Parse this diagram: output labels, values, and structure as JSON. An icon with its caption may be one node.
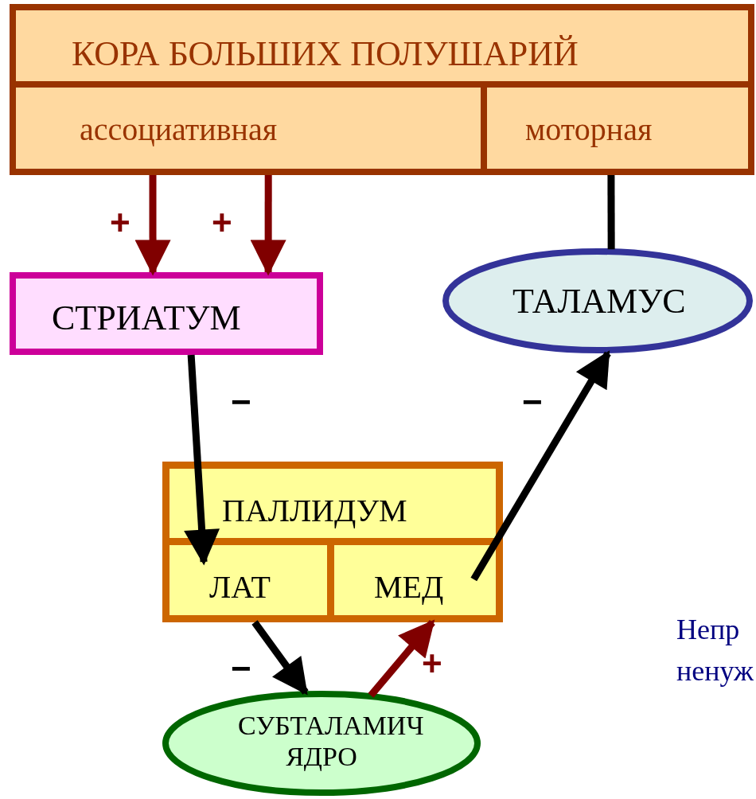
{
  "diagram": {
    "nodes": [
      {
        "text": [
          "КОРА БОЛЬШИХ ПОЛУШАРИЙ"
        ]
      },
      {
        "text": [
          "ассоциативная"
        ],
        "in": 0
      },
      {
        "text": [
          "моторная"
        ],
        "in": 0
      },
      {
        "text": [
          "СТРИАТУМ"
        ]
      },
      {
        "text": [
          "ТАЛАМУС"
        ]
      },
      {
        "text": [
          "ПАЛЛИДУМ"
        ]
      },
      {
        "text": [
          "ЛАТ"
        ],
        "in": 5
      },
      {
        "text": [
          "МЕД"
        ],
        "in": 5
      },
      {
        "text": [
          "СУБТАЛАМИЧ ЯДРО"
        ]
      }
    ],
    "edges": [
      {
        "from": 1,
        "to": 3,
        "arrow": "to",
        "label": "+",
        "color": "#800000"
      },
      {
        "from": 1,
        "to": 3,
        "arrow": "to",
        "label": "+",
        "color": "#800000"
      },
      {
        "from": 2,
        "to": 4,
        "arrow": "none"
      },
      {
        "from": 3,
        "to": 6,
        "arrow": "to",
        "label": "−"
      },
      {
        "from": 7,
        "to": 4,
        "arrow": "to",
        "label": "−"
      },
      {
        "from": 6,
        "to": 8,
        "arrow": "to",
        "label": "−"
      },
      {
        "from": 8,
        "to": 7,
        "arrow": "to",
        "label": "+",
        "color": "#800000"
      }
    ],
    "labels": [
      "Непр",
      "ненуж"
    ]
  }
}
